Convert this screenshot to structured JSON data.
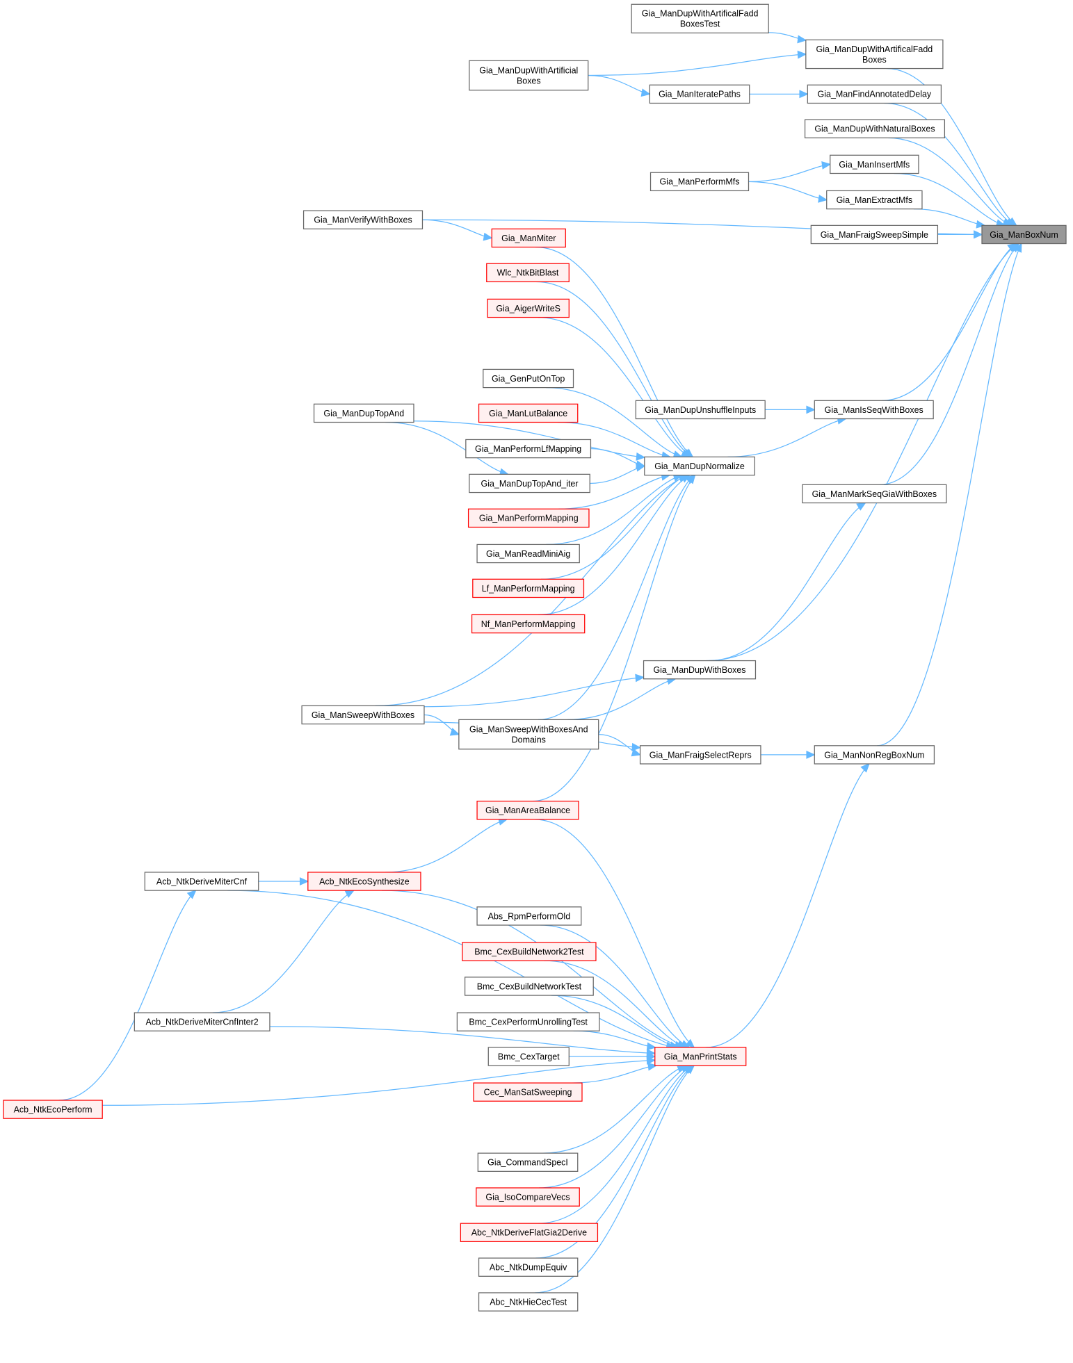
{
  "diagram": {
    "title": "Gia_ManBoxNum caller graph",
    "colors": {
      "edge": "#63b8ff",
      "node_border": "#666666",
      "node_fill": "#ffffff",
      "red_border": "#ff0000",
      "red_fill": "#fff0f0",
      "root_fill": "#999999"
    },
    "nodes": [
      {
        "id": "boxnum",
        "lines": [
          "Gia_ManBoxNum"
        ],
        "style": "root"
      },
      {
        "id": "faddtest",
        "lines": [
          "Gia_ManDupWithArtificalFadd",
          "BoxesTest"
        ],
        "style": "normal"
      },
      {
        "id": "fadd",
        "lines": [
          "Gia_ManDupWithArtificalFadd",
          "Boxes"
        ],
        "style": "normal"
      },
      {
        "id": "artboxes",
        "lines": [
          "Gia_ManDupWithArtificial",
          "Boxes"
        ],
        "style": "normal"
      },
      {
        "id": "iterpaths",
        "lines": [
          "Gia_ManIteratePaths"
        ],
        "style": "normal"
      },
      {
        "id": "findannot",
        "lines": [
          "Gia_ManFindAnnotatedDelay"
        ],
        "style": "normal"
      },
      {
        "id": "natural",
        "lines": [
          "Gia_ManDupWithNaturalBoxes"
        ],
        "style": "normal"
      },
      {
        "id": "insertmfs",
        "lines": [
          "Gia_ManInsertMfs"
        ],
        "style": "normal"
      },
      {
        "id": "performmfs",
        "lines": [
          "Gia_ManPerformMfs"
        ],
        "style": "normal"
      },
      {
        "id": "extractmfs",
        "lines": [
          "Gia_ManExtractMfs"
        ],
        "style": "normal"
      },
      {
        "id": "fraigsimple",
        "lines": [
          "Gia_ManFraigSweepSimple"
        ],
        "style": "normal"
      },
      {
        "id": "verify",
        "lines": [
          "Gia_ManVerifyWithBoxes"
        ],
        "style": "normal"
      },
      {
        "id": "miter",
        "lines": [
          "Gia_ManMiter"
        ],
        "style": "red"
      },
      {
        "id": "wlcblast",
        "lines": [
          "Wlc_NtkBitBlast"
        ],
        "style": "red"
      },
      {
        "id": "aigerws",
        "lines": [
          "Gia_AigerWriteS"
        ],
        "style": "red"
      },
      {
        "id": "duptopand",
        "lines": [
          "Gia_ManDupTopAnd"
        ],
        "style": "normal"
      },
      {
        "id": "genputontop",
        "lines": [
          "Gia_GenPutOnTop"
        ],
        "style": "normal"
      },
      {
        "id": "lutbalance",
        "lines": [
          "Gia_ManLutBalance"
        ],
        "style": "red"
      },
      {
        "id": "perflf",
        "lines": [
          "Gia_ManPerformLfMapping"
        ],
        "style": "normal"
      },
      {
        "id": "duptopanditer",
        "lines": [
          "Gia_ManDupTopAnd_iter"
        ],
        "style": "normal"
      },
      {
        "id": "perfmapping",
        "lines": [
          "Gia_ManPerformMapping"
        ],
        "style": "red"
      },
      {
        "id": "readminiaig",
        "lines": [
          "Gia_ManReadMiniAig"
        ],
        "style": "normal"
      },
      {
        "id": "lfperf",
        "lines": [
          "Lf_ManPerformMapping"
        ],
        "style": "red"
      },
      {
        "id": "nfperf",
        "lines": [
          "Nf_ManPerformMapping"
        ],
        "style": "red"
      },
      {
        "id": "dupnorm",
        "lines": [
          "Gia_ManDupNormalize"
        ],
        "style": "normal"
      },
      {
        "id": "unshuffle",
        "lines": [
          "Gia_ManDupUnshuffleInputs"
        ],
        "style": "normal"
      },
      {
        "id": "isseq",
        "lines": [
          "Gia_ManIsSeqWithBoxes"
        ],
        "style": "normal"
      },
      {
        "id": "markseq",
        "lines": [
          "Gia_ManMarkSeqGiaWithBoxes"
        ],
        "style": "normal"
      },
      {
        "id": "dupwithboxes",
        "lines": [
          "Gia_ManDupWithBoxes"
        ],
        "style": "normal"
      },
      {
        "id": "sweep",
        "lines": [
          "Gia_ManSweepWithBoxes"
        ],
        "style": "normal"
      },
      {
        "id": "sweepdom",
        "lines": [
          "Gia_ManSweepWithBoxesAnd",
          "Domains"
        ],
        "style": "normal"
      },
      {
        "id": "fraigsel",
        "lines": [
          "Gia_ManFraigSelectReprs"
        ],
        "style": "normal"
      },
      {
        "id": "nonreg",
        "lines": [
          "Gia_ManNonRegBoxNum"
        ],
        "style": "normal"
      },
      {
        "id": "areabal",
        "lines": [
          "Gia_ManAreaBalance"
        ],
        "style": "red"
      },
      {
        "id": "derivecnf",
        "lines": [
          "Acb_NtkDeriveMiterCnf"
        ],
        "style": "normal"
      },
      {
        "id": "ecosynth",
        "lines": [
          "Acb_NtkEcoSynthesize"
        ],
        "style": "red"
      },
      {
        "id": "derivecnf2",
        "lines": [
          "Acb_NtkDeriveMiterCnfInter2"
        ],
        "style": "normal"
      },
      {
        "id": "ecoperform",
        "lines": [
          "Acb_NtkEcoPerform"
        ],
        "style": "red"
      },
      {
        "id": "printstats",
        "lines": [
          "Gia_ManPrintStats"
        ],
        "style": "red"
      },
      {
        "id": "absrpm",
        "lines": [
          "Abs_RpmPerformOld"
        ],
        "style": "normal"
      },
      {
        "id": "bmc2test",
        "lines": [
          "Bmc_CexBuildNetwork2Test"
        ],
        "style": "red"
      },
      {
        "id": "bmctest",
        "lines": [
          "Bmc_CexBuildNetworkTest"
        ],
        "style": "normal"
      },
      {
        "id": "bmcunroll",
        "lines": [
          "Bmc_CexPerformUnrollingTest"
        ],
        "style": "normal"
      },
      {
        "id": "cextarget",
        "lines": [
          "Bmc_CexTarget"
        ],
        "style": "normal"
      },
      {
        "id": "cecsat",
        "lines": [
          "Cec_ManSatSweeping"
        ],
        "style": "red"
      },
      {
        "id": "cmdspeci",
        "lines": [
          "Gia_CommandSpecI"
        ],
        "style": "normal"
      },
      {
        "id": "isocmp",
        "lines": [
          "Gia_IsoCompareVecs"
        ],
        "style": "red"
      },
      {
        "id": "abcflat",
        "lines": [
          "Abc_NtkDeriveFlatGia2Derive"
        ],
        "style": "red"
      },
      {
        "id": "dumpequiv",
        "lines": [
          "Abc_NtkDumpEquiv"
        ],
        "style": "normal"
      },
      {
        "id": "hiecec",
        "lines": [
          "Abc_NtkHieCecTest"
        ],
        "style": "normal"
      }
    ],
    "edges": [
      [
        "faddtest",
        "fadd"
      ],
      [
        "artboxes",
        "fadd"
      ],
      [
        "artboxes",
        "iterpaths"
      ],
      [
        "iterpaths",
        "findannot"
      ],
      [
        "performmfs",
        "insertmfs"
      ],
      [
        "performmfs",
        "extractmfs"
      ],
      [
        "fadd",
        "boxnum"
      ],
      [
        "findannot",
        "boxnum"
      ],
      [
        "natural",
        "boxnum"
      ],
      [
        "insertmfs",
        "boxnum"
      ],
      [
        "extractmfs",
        "boxnum"
      ],
      [
        "fraigsimple",
        "boxnum"
      ],
      [
        "verify",
        "boxnum"
      ],
      [
        "verify",
        "miter"
      ],
      [
        "isseq",
        "boxnum"
      ],
      [
        "markseq",
        "boxnum"
      ],
      [
        "dupwithboxes",
        "boxnum"
      ],
      [
        "nonreg",
        "boxnum"
      ],
      [
        "miter",
        "dupnorm"
      ],
      [
        "wlcblast",
        "dupnorm"
      ],
      [
        "aigerws",
        "dupnorm"
      ],
      [
        "duptopand",
        "dupnorm"
      ],
      [
        "genputontop",
        "dupnorm"
      ],
      [
        "lutbalance",
        "dupnorm"
      ],
      [
        "perflf",
        "dupnorm"
      ],
      [
        "duptopanditer",
        "dupnorm"
      ],
      [
        "perfmapping",
        "dupnorm"
      ],
      [
        "readminiaig",
        "dupnorm"
      ],
      [
        "lfperf",
        "dupnorm"
      ],
      [
        "nfperf",
        "dupnorm"
      ],
      [
        "sweep",
        "dupnorm"
      ],
      [
        "sweepdom",
        "dupnorm"
      ],
      [
        "areabal",
        "dupnorm"
      ],
      [
        "duptopand",
        "duptopanditer"
      ],
      [
        "dupnorm",
        "isseq"
      ],
      [
        "unshuffle",
        "isseq"
      ],
      [
        "dupwithboxes",
        "markseq"
      ],
      [
        "sweep",
        "dupwithboxes"
      ],
      [
        "sweepdom",
        "dupwithboxes"
      ],
      [
        "sweep",
        "sweepdom"
      ],
      [
        "sweepdom",
        "fraigsel"
      ],
      [
        "sweep",
        "fraigsel"
      ],
      [
        "fraigsel",
        "nonreg"
      ],
      [
        "printstats",
        "nonreg"
      ],
      [
        "ecosynth",
        "areabal"
      ],
      [
        "derivecnf",
        "ecosynth"
      ],
      [
        "derivecnf2",
        "ecosynth"
      ],
      [
        "ecoperform",
        "derivecnf"
      ],
      [
        "areabal",
        "printstats"
      ],
      [
        "ecosynth",
        "printstats"
      ],
      [
        "derivecnf",
        "printstats"
      ],
      [
        "absrpm",
        "printstats"
      ],
      [
        "bmc2test",
        "printstats"
      ],
      [
        "bmctest",
        "printstats"
      ],
      [
        "bmcunroll",
        "printstats"
      ],
      [
        "cextarget",
        "printstats"
      ],
      [
        "cecsat",
        "printstats"
      ],
      [
        "derivecnf2",
        "printstats"
      ],
      [
        "cmdspeci",
        "printstats"
      ],
      [
        "isocmp",
        "printstats"
      ],
      [
        "abcflat",
        "printstats"
      ],
      [
        "dumpequiv",
        "printstats"
      ],
      [
        "hiecec",
        "printstats"
      ],
      [
        "ecoperform",
        "printstats"
      ]
    ]
  }
}
